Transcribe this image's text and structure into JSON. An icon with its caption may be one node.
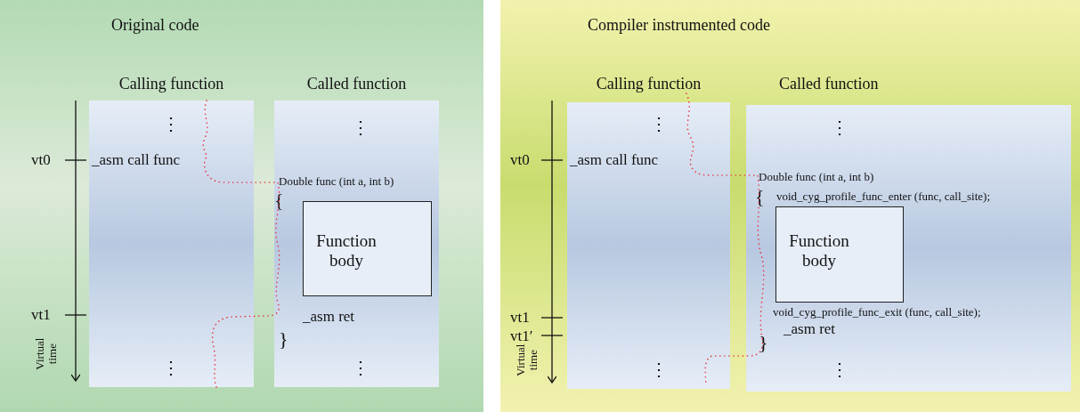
{
  "diagram": {
    "nodes": [
      {
        "text": [
          "Original code"
        ]
      },
      {
        "text": [
          "Compiler instrumented code"
        ]
      },
      {
        "text": [
          "Calling function",
          "⋮",
          "_asm call func",
          "⋮"
        ],
        "in": 0
      },
      {
        "text": [
          "Called function",
          "⋮",
          "Double func (int a, int b)",
          "{",
          "_asm ret",
          "}",
          "⋮"
        ],
        "in": 0
      },
      {
        "text": [
          "Function body"
        ],
        "in": 3
      },
      {
        "text": [
          "Calling function",
          "⋮",
          "_asm call func",
          "⋮"
        ],
        "in": 1
      },
      {
        "text": [
          "Called function",
          "⋮",
          "Double func (int a, int b)",
          "{",
          "void_cyg_profile_func_enter (func, call_site);",
          "void_cyg_profile_func_exit (func, call_site);",
          "_asm ret",
          "}",
          "⋮"
        ],
        "in": 1
      },
      {
        "text": [
          "Function body"
        ],
        "in": 6
      }
    ],
    "labels": [
      "vt0",
      "vt1",
      "Virtual time",
      "vt0",
      "vt1",
      "vt1′",
      "Virtual time"
    ]
  }
}
